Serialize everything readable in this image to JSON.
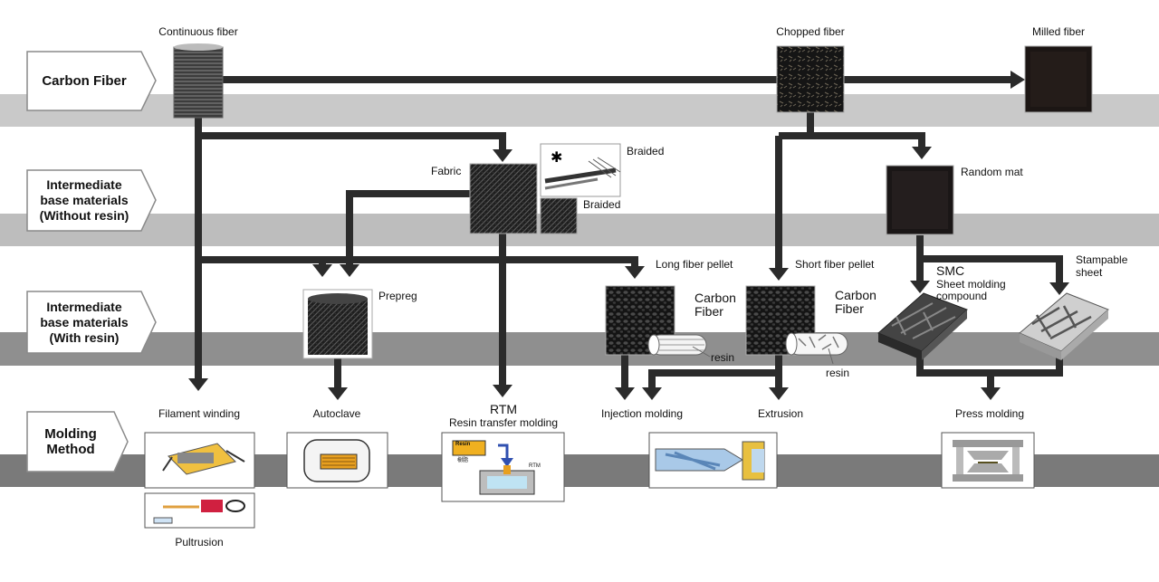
{
  "stages": [
    {
      "id": "carbon-fiber",
      "label": "Carbon Fiber"
    },
    {
      "id": "without-resin",
      "label": "Intermediate\nbase materials\n(Without resin)"
    },
    {
      "id": "with-resin",
      "label": "Intermediate\nbase materials\n(With resin)"
    },
    {
      "id": "molding",
      "label": "Molding\nMethod"
    }
  ],
  "carbon_fiber": {
    "continuous": "Continuous fiber",
    "chopped": "Chopped fiber",
    "milled": "Milled fiber"
  },
  "without_resin": {
    "fabric": "Fabric",
    "braided_top": "Braided",
    "braided_bottom": "Braided",
    "random_mat": "Random mat"
  },
  "with_resin": {
    "prepreg": "Prepreg",
    "long_pellet": "Long fiber pellet",
    "short_pellet": "Short fiber pellet",
    "long_carbon_fiber": "Carbon\nFiber",
    "long_resin": "resin",
    "short_carbon_fiber": "Carbon\nFiber",
    "short_resin": "resin",
    "smc_title": "SMC",
    "smc_sub": "Sheet molding\ncompound",
    "stampable": "Stampable\nsheet"
  },
  "molding": {
    "filament_winding": "Filament winding",
    "autoclave": "Autoclave",
    "rtm_title": "RTM",
    "rtm_sub": "Resin transfer molding",
    "injection": "Injection molding",
    "extrusion": "Extrusion",
    "press": "Press molding",
    "pultrusion": "Pultrusion",
    "rtm_resin_tag": "Resin",
    "rtm_resin_tag2": "樹脂",
    "rtm_tag": "RTM"
  },
  "colors": {
    "band": "#c9c9c9",
    "band_dark": "#7a7a7a",
    "arrow": "#2b2b2b",
    "chevron_fill": "#ffffff",
    "chevron_stroke": "#8a8a8a"
  }
}
